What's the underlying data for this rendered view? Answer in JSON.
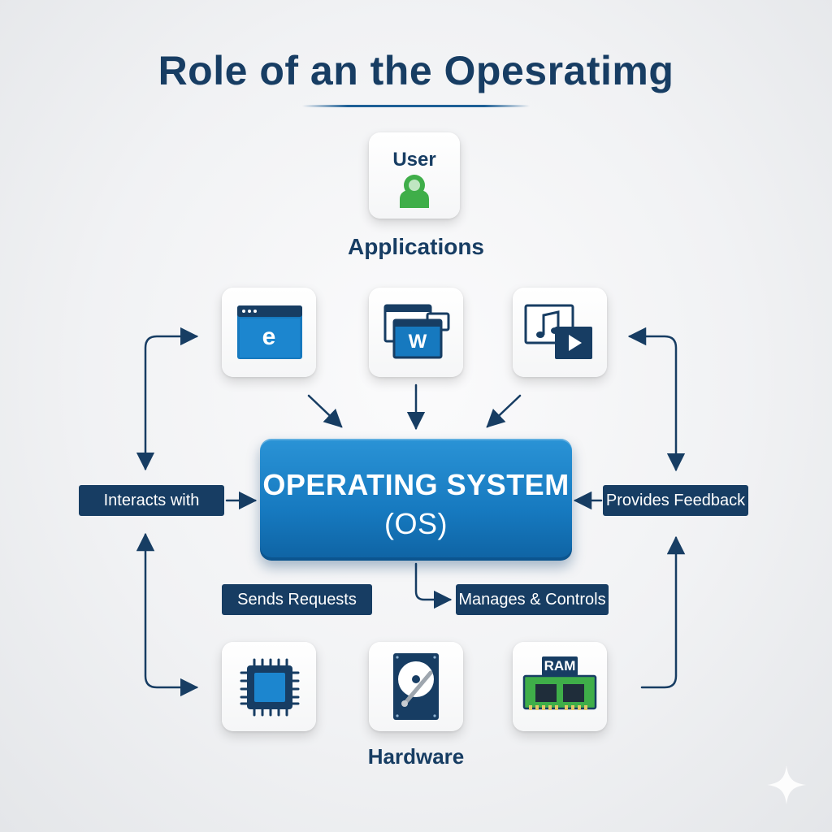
{
  "title": "Role of an the Opesratimg",
  "user": {
    "label": "User",
    "icon": "user-icon",
    "icon_color": "#3fae49"
  },
  "applications": {
    "label": "Applications",
    "items": [
      {
        "icon": "browser-icon",
        "glyph": "e"
      },
      {
        "icon": "word-processor-icon",
        "glyph": "W"
      },
      {
        "icon": "media-player-icon"
      }
    ]
  },
  "os": {
    "line1": "OPERATING SYSTEM",
    "line2": "(OS)",
    "color": "#1679bf"
  },
  "annotations": {
    "interacts": "Interacts with",
    "feedback": "Provides Feedback",
    "requests": "Sends Requests",
    "manages": "Manages & Controls"
  },
  "hardware": {
    "label": "Hardware",
    "items": [
      {
        "icon": "cpu-icon"
      },
      {
        "icon": "hard-drive-icon"
      },
      {
        "icon": "ram-icon",
        "chip_label": "RAM"
      }
    ]
  },
  "colors": {
    "navy": "#173d63",
    "accent": "#1679bf",
    "green": "#3fae49"
  }
}
